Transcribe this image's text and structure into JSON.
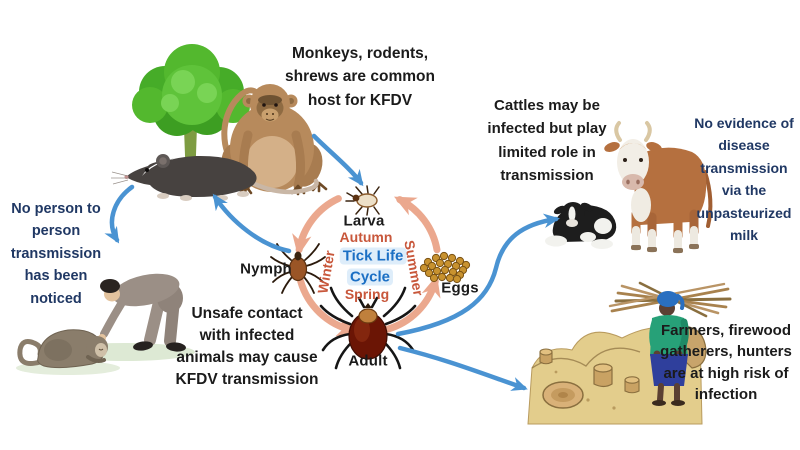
{
  "colors": {
    "background": "#ffffff",
    "black_text": "#1b1b1b",
    "navy_text": "#203864",
    "season_text": "#c8573b",
    "cycle_title_text": "#1b6fc4",
    "cycle_arrow": "#eba88e",
    "flow_arrow": "#4a93d2"
  },
  "notes": {
    "host": "Monkeys, rodents,\nshrews are common\nhost for KFDV",
    "no_person_transmission": "No person to\nperson\ntransmission\nhas been\nnoticed",
    "unsafe_contact": "Unsafe contact\nwith infected\nanimals may cause\nKFDV transmission",
    "cattle": "Cattles may be\ninfected but play\nlimited role in\ntransmission",
    "milk": "No evidence of\ndisease\ntransmission\nvia the\nunpasteurized\nmilk",
    "farmers": "Farmers, firewood\ngatherers, hunters\nare at high risk of\ninfection"
  },
  "cycle": {
    "title_line1": "Tick Life",
    "title_line2": "Cycle",
    "stages": {
      "larva": "Larva",
      "nymph": "Nymph",
      "adult": "Adult",
      "eggs": "Eggs"
    },
    "seasons": {
      "autumn": "Autumn",
      "winter": "Winter",
      "spring": "Spring",
      "summer": "Summer"
    }
  }
}
